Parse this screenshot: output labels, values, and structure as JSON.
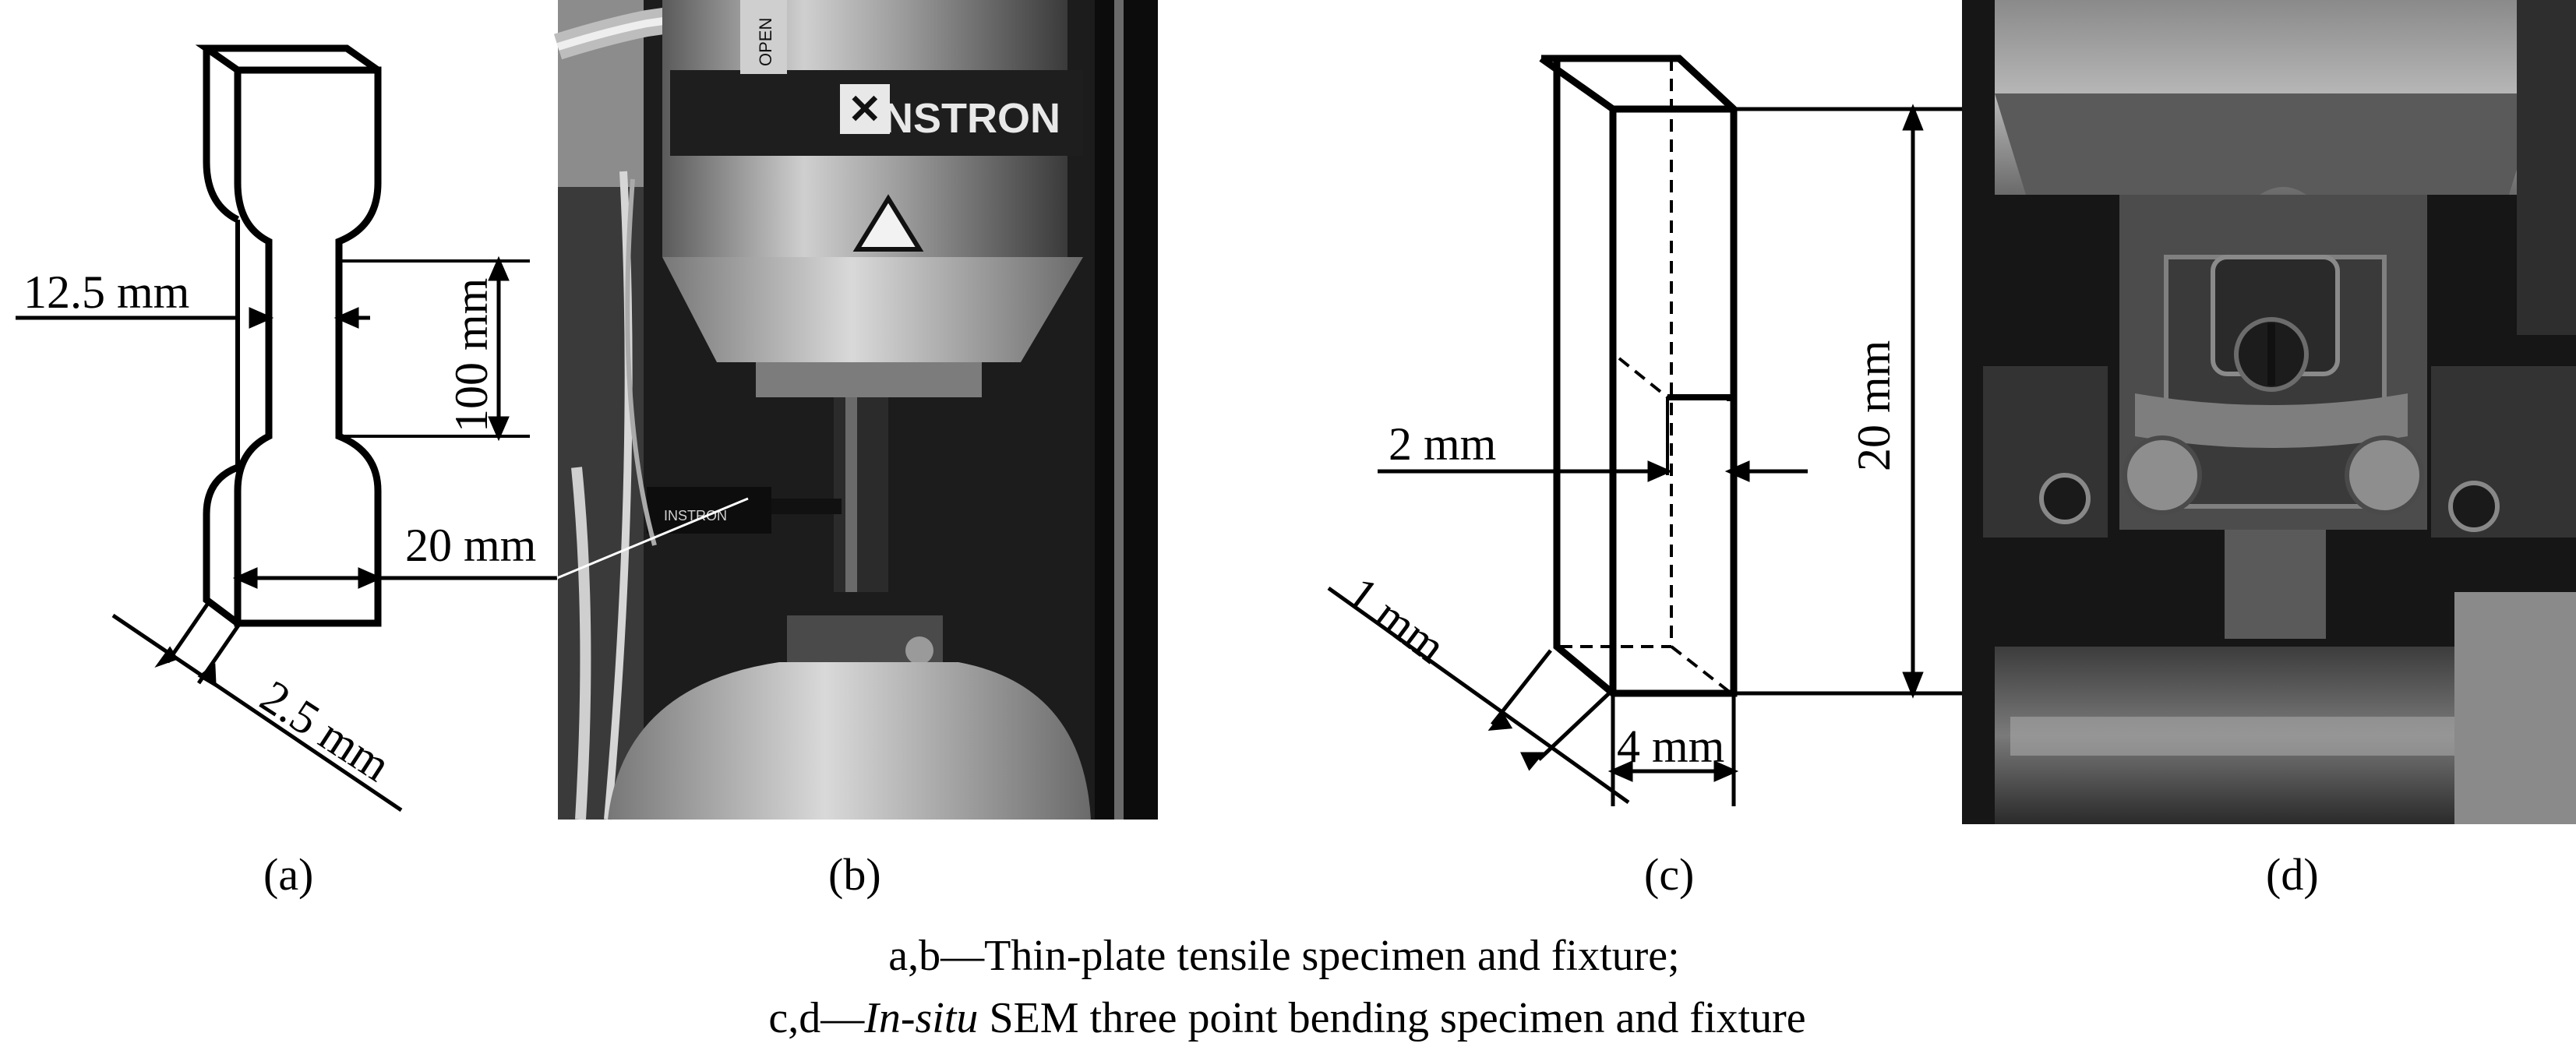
{
  "panel_a": {
    "width_label": "12.5 mm",
    "gauge_label": "100 mm",
    "grip_label": "20 mm",
    "thickness_label": "2.5 mm",
    "sublabel": "(a)"
  },
  "panel_b": {
    "brand_text": "INSTRON",
    "open_tag": "OPEN",
    "extensometer_text": "INSTRON",
    "sublabel": "(b)"
  },
  "panel_c": {
    "height_label": "20 mm",
    "notch_label": "2 mm",
    "thickness_label": "1 mm",
    "width_label": "4 mm",
    "sublabel": "(c)"
  },
  "panel_d": {
    "sublabel": "(d)"
  },
  "caption": {
    "line1": "a,b—Thin-plate tensile specimen and fixture;",
    "line2_prefix": "c,d—",
    "line2_italic": "In-situ",
    "line2_rest": " SEM three point bending specimen and fixture"
  }
}
